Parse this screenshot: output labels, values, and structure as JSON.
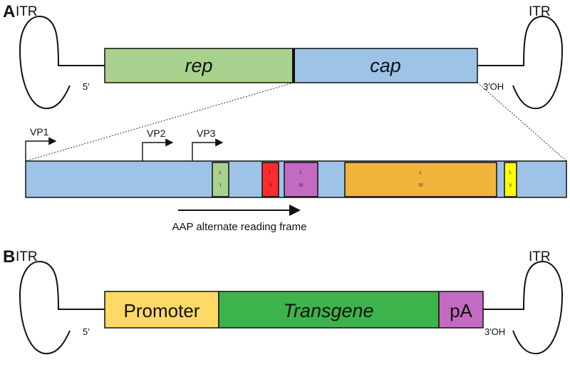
{
  "panel_a": {
    "label": "A",
    "itr_left": "ITR",
    "itr_right": "ITR",
    "end_5": "5′",
    "end_3": "3′OH",
    "rep": {
      "label": "rep",
      "color": "#a9d18e"
    },
    "cap": {
      "label": "cap",
      "color": "#9dc3e6"
    },
    "vp1": "VP1",
    "vp2": "VP2",
    "vp3": "VP3",
    "loops": [
      {
        "top": "L",
        "bottom": "I",
        "color": "#a9d18e"
      },
      {
        "top": "L",
        "bottom": "II",
        "color": "#ff2b2b"
      },
      {
        "top": "L",
        "bottom": "III",
        "color": "#c36bc3"
      },
      {
        "top": "L",
        "bottom": "IV",
        "color": "#f2b53b"
      },
      {
        "top": "L",
        "bottom": "V",
        "color": "#ffff00"
      }
    ],
    "aap": "AAP alternate reading frame"
  },
  "panel_b": {
    "label": "B",
    "itr_left": "ITR",
    "itr_right": "ITR",
    "end_5": "5′",
    "end_3": "3′OH",
    "promoter": {
      "label": "Promoter",
      "color": "#ffd966"
    },
    "transgene": {
      "label": "Transgene",
      "color": "#3cb44b"
    },
    "pa": {
      "label": "pA",
      "color": "#c36bc3"
    }
  }
}
